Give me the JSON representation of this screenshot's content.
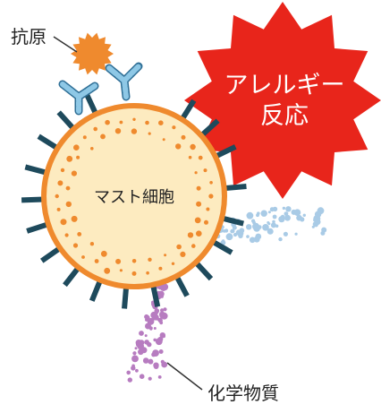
{
  "labels": {
    "antigen": "抗原",
    "mast_cell": "マスト細胞",
    "allergy_line1": "アレルギー",
    "allergy_line2": "反応",
    "chemicals": "化学物質"
  },
  "colors": {
    "cell_fill": "#fdebc0",
    "cell_border": "#ef8a2e",
    "granules": "#ef8a2e",
    "receptors": "#1e4a5c",
    "antibody": "#8ec8e6",
    "antigen": "#ef8a2e",
    "burst": "#e8251b",
    "burst_text": "#ffffff",
    "chem_blue": "#a9cbe6",
    "chem_purple": "#b77cc0",
    "leader_line": "#333333",
    "text": "#222222"
  }
}
